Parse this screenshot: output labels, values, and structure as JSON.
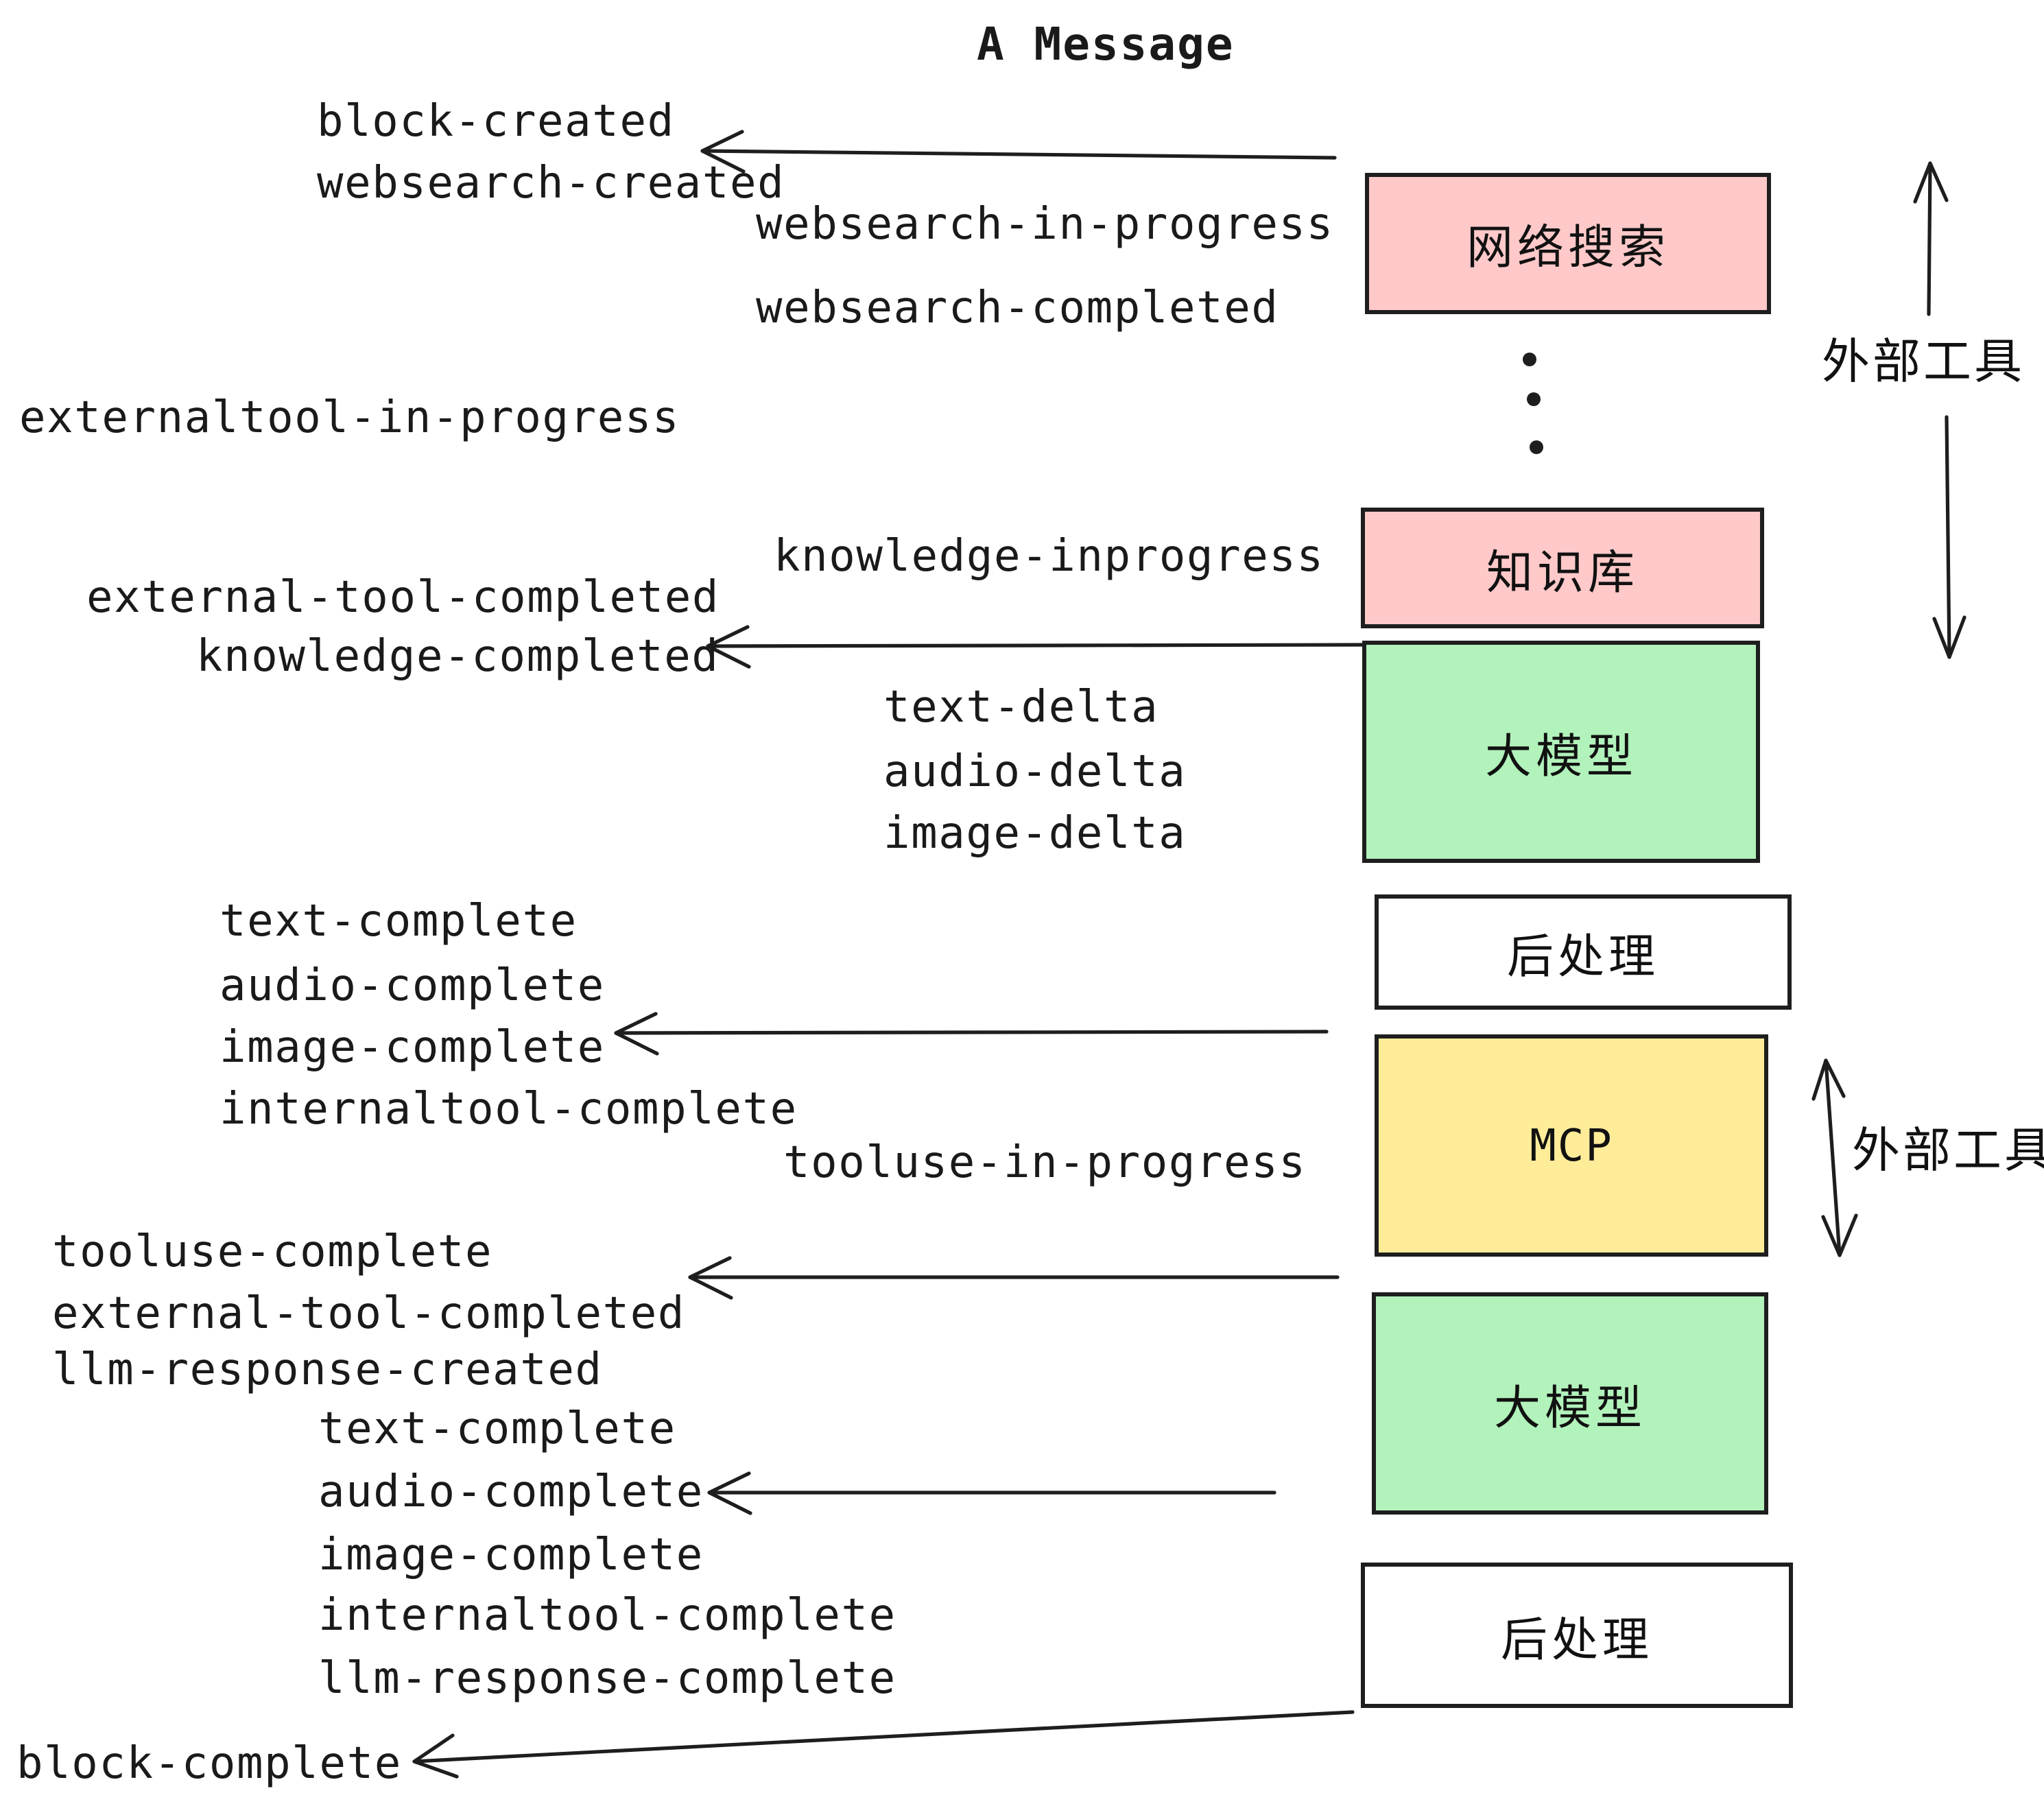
{
  "title": "A Message",
  "colors": {
    "pink": "#ffc9c9",
    "green": "#b2f2bb",
    "yellow": "#ffec99",
    "white": "#ffffff",
    "stroke": "#1e1e1e",
    "text": "#1a1a1a"
  },
  "boxes": {
    "websearch": {
      "label": "网络搜索",
      "fill": "pink"
    },
    "knowledge": {
      "label": "知识库",
      "fill": "pink"
    },
    "llm1": {
      "label": "大模型",
      "fill": "green"
    },
    "post1": {
      "label": "后处理",
      "fill": "white"
    },
    "mcp": {
      "label": "MCP",
      "fill": "yellow"
    },
    "llm2": {
      "label": "大模型",
      "fill": "green"
    },
    "post2": {
      "label": "后处理",
      "fill": "white"
    }
  },
  "side_labels": {
    "external_tools_top": "外部工具",
    "external_tools_bottom": "外部工具"
  },
  "events": [
    {
      "text": "block-created"
    },
    {
      "text": "websearch-created"
    },
    {
      "text": "websearch-in-progress"
    },
    {
      "text": "websearch-completed"
    },
    {
      "text": "externaltool-in-progress"
    },
    {
      "text": "knowledge-inprogress"
    },
    {
      "text": "external-tool-completed"
    },
    {
      "text": "knowledge-completed"
    },
    {
      "text": "text-delta"
    },
    {
      "text": "audio-delta"
    },
    {
      "text": "image-delta"
    },
    {
      "text": "text-complete"
    },
    {
      "text": "audio-complete"
    },
    {
      "text": "image-complete"
    },
    {
      "text": "internaltool-complete"
    },
    {
      "text": "tooluse-in-progress"
    },
    {
      "text": "tooluse-complete"
    },
    {
      "text": "external-tool-completed"
    },
    {
      "text": "llm-response-created"
    },
    {
      "text": "text-complete"
    },
    {
      "text": "audio-complete"
    },
    {
      "text": "image-complete"
    },
    {
      "text": "internaltool-complete"
    },
    {
      "text": "llm-response-complete"
    },
    {
      "text": "block-complete"
    }
  ]
}
